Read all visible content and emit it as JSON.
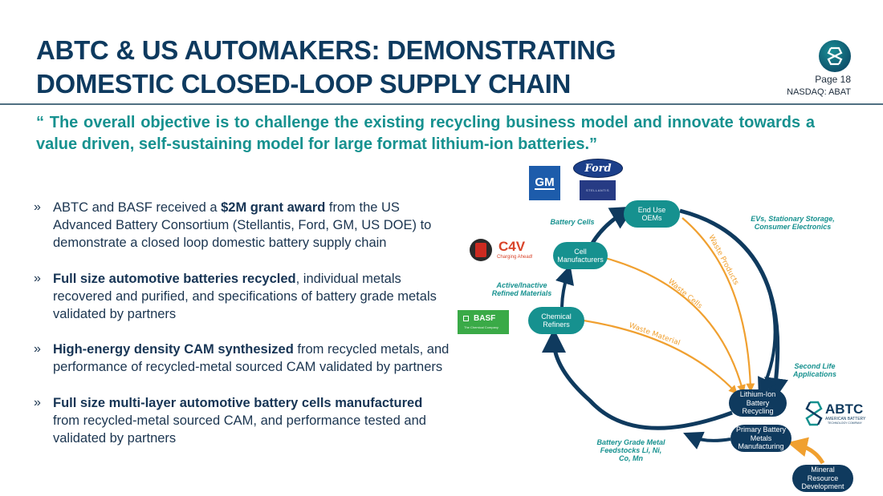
{
  "header": {
    "title_line1": "ABTC & US AUTOMAKERS: DEMONSTRATING",
    "title_line2": "DOMESTIC CLOSED-LOOP SUPPLY CHAIN",
    "page_label": "Page 18",
    "ticker": "NASDAQ: ABAT"
  },
  "quote": "“ The overall objective is to challenge the existing recycling business model and innovate towards a value driven, self-sustaining model for large format lithium-ion batteries.”",
  "bullets": [
    {
      "mark": "»",
      "pre": "ABTC and BASF received a ",
      "bold": "$2M grant award",
      "post": " from the US Advanced Battery Consortium (Stellantis, Ford, GM, US DOE) to demonstrate a closed loop domestic battery supply chain"
    },
    {
      "mark": "»",
      "pre": "",
      "bold": "Full size automotive batteries recycled",
      "post": ", individual metals recovered and purified, and specifications of battery grade metals validated by partners"
    },
    {
      "mark": "»",
      "pre": "",
      "bold": "High-energy density CAM synthesized",
      "post": " from recycled metals, and performance of recycled-metal sourced CAM validated by partners"
    },
    {
      "mark": "»",
      "pre": "",
      "bold": "Full size multi-layer automotive battery cells manufactured",
      "post": " from recycled-metal sourced CAM, and performance tested and validated by partners"
    }
  ],
  "diagram": {
    "nodes": {
      "end_use": "End Use OEMs",
      "cell_mfg": "Cell Manufacturers",
      "chem_ref": "Chemical Refiners",
      "recycling": "Lithium-Ion Battery Recycling",
      "primary": "Primary Battery Metals Manufacturing",
      "mineral": "Mineral Resource Development"
    },
    "labels": {
      "battery_cells": "Battery Cells",
      "evs": "EVs, Stationary Storage, Consumer Electronics",
      "active": "Active/Inactive Refined Materials",
      "second_life": "Second Life Applications",
      "feedstocks": "Battery Grade Metal Feedstocks Li, Ni, Co, Mn",
      "waste_products": "Waste Products",
      "waste_cells": "Waste Cells",
      "waste_material": "Waste Material"
    },
    "logos": {
      "gm": "GM",
      "ford": "Ford",
      "stellantis": "STELLANTIS",
      "c4v": "C4V",
      "c4v_tag": "Charging Ahead!",
      "basf": "BASF",
      "basf_tag": "The Chemical Company",
      "abtc": "ABTC",
      "abtc_tag": "AMERICAN BATTERY",
      "abtc_tag2": "TECHNOLOGY COMPANY"
    },
    "colors": {
      "navy": "#0f3a5e",
      "teal": "#16918f",
      "orange": "#f0a030"
    }
  }
}
